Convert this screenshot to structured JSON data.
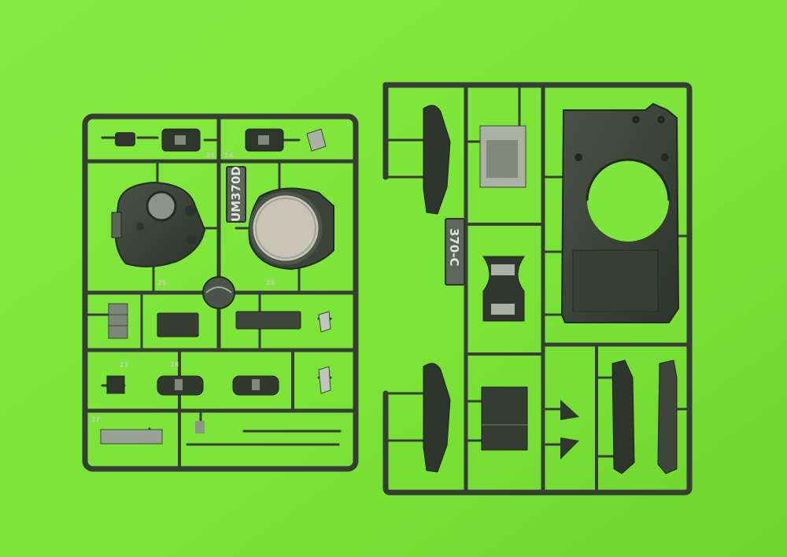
{
  "photo": {
    "background_color": "#7ee63a",
    "plastic_color": "#3a4238",
    "plastic_dark": "#252b24",
    "plastic_highlight": "#8a9488"
  },
  "sprue_left": {
    "code": "UM370D",
    "part_numbers": [
      "21",
      "24",
      "26",
      "25",
      "23",
      "28",
      "27"
    ]
  },
  "sprue_right": {
    "code": "370-C"
  }
}
